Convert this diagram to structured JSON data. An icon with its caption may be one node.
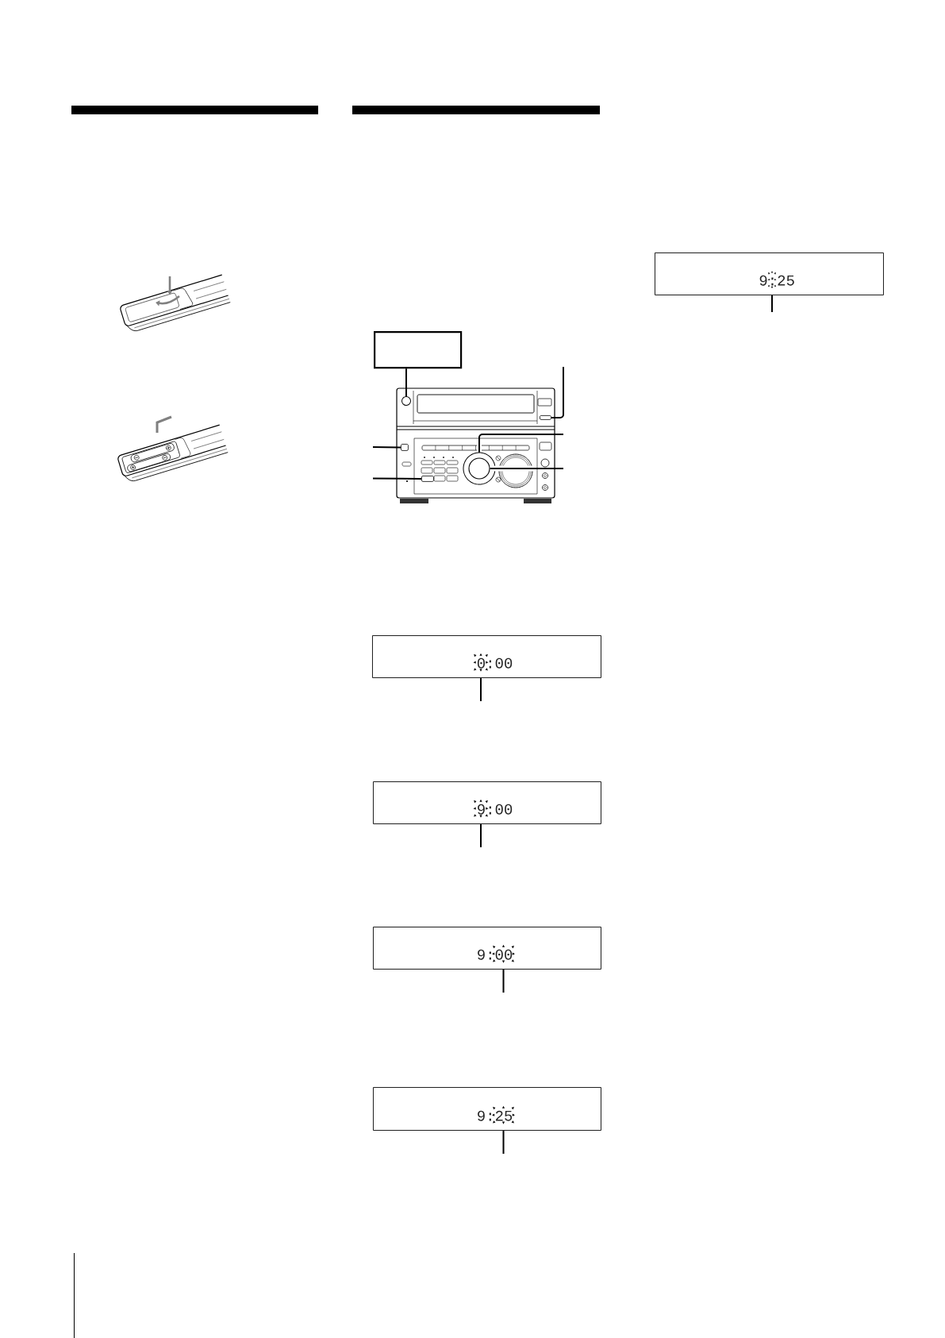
{
  "diagram": {
    "nodes": [
      {
        "text": [],
        "shape": "box"
      },
      {
        "text": [],
        "shape": "picture"
      },
      {
        "text": [],
        "shape": "circle",
        "in": 1
      },
      {
        "text": [],
        "shape": "box",
        "in": 1
      },
      {
        "text": [],
        "shape": "box",
        "in": 1
      },
      {
        "text": [],
        "shape": "circle",
        "in": 1
      },
      {
        "text": [],
        "shape": "circle",
        "in": 5
      },
      {
        "text": [],
        "shape": "box",
        "in": 1
      },
      {
        "text": [
          "0:00"
        ]
      },
      {
        "text": [
          "9:00"
        ]
      },
      {
        "text": [
          "9:00"
        ]
      },
      {
        "text": [
          "9:25"
        ]
      },
      {
        "text": [
          "9:25"
        ]
      }
    ],
    "edges": [
      {
        "from": 0,
        "to": 2,
        "arrow": "none"
      },
      {
        "from": null,
        "to": 3,
        "arrow": "none"
      },
      {
        "from": null,
        "to": 4,
        "arrow": "none"
      },
      {
        "from": null,
        "to": 5,
        "arrow": "none"
      },
      {
        "from": null,
        "to": 6,
        "arrow": "none"
      },
      {
        "from": null,
        "to": 7,
        "arrow": "none"
      },
      {
        "from": null,
        "to": 8,
        "arrow": "none"
      },
      {
        "from": null,
        "to": 9,
        "arrow": "none"
      },
      {
        "from": null,
        "to": 10,
        "arrow": "none"
      },
      {
        "from": null,
        "to": 11,
        "arrow": "none"
      },
      {
        "from": null,
        "to": 12,
        "arrow": "none"
      }
    ]
  }
}
